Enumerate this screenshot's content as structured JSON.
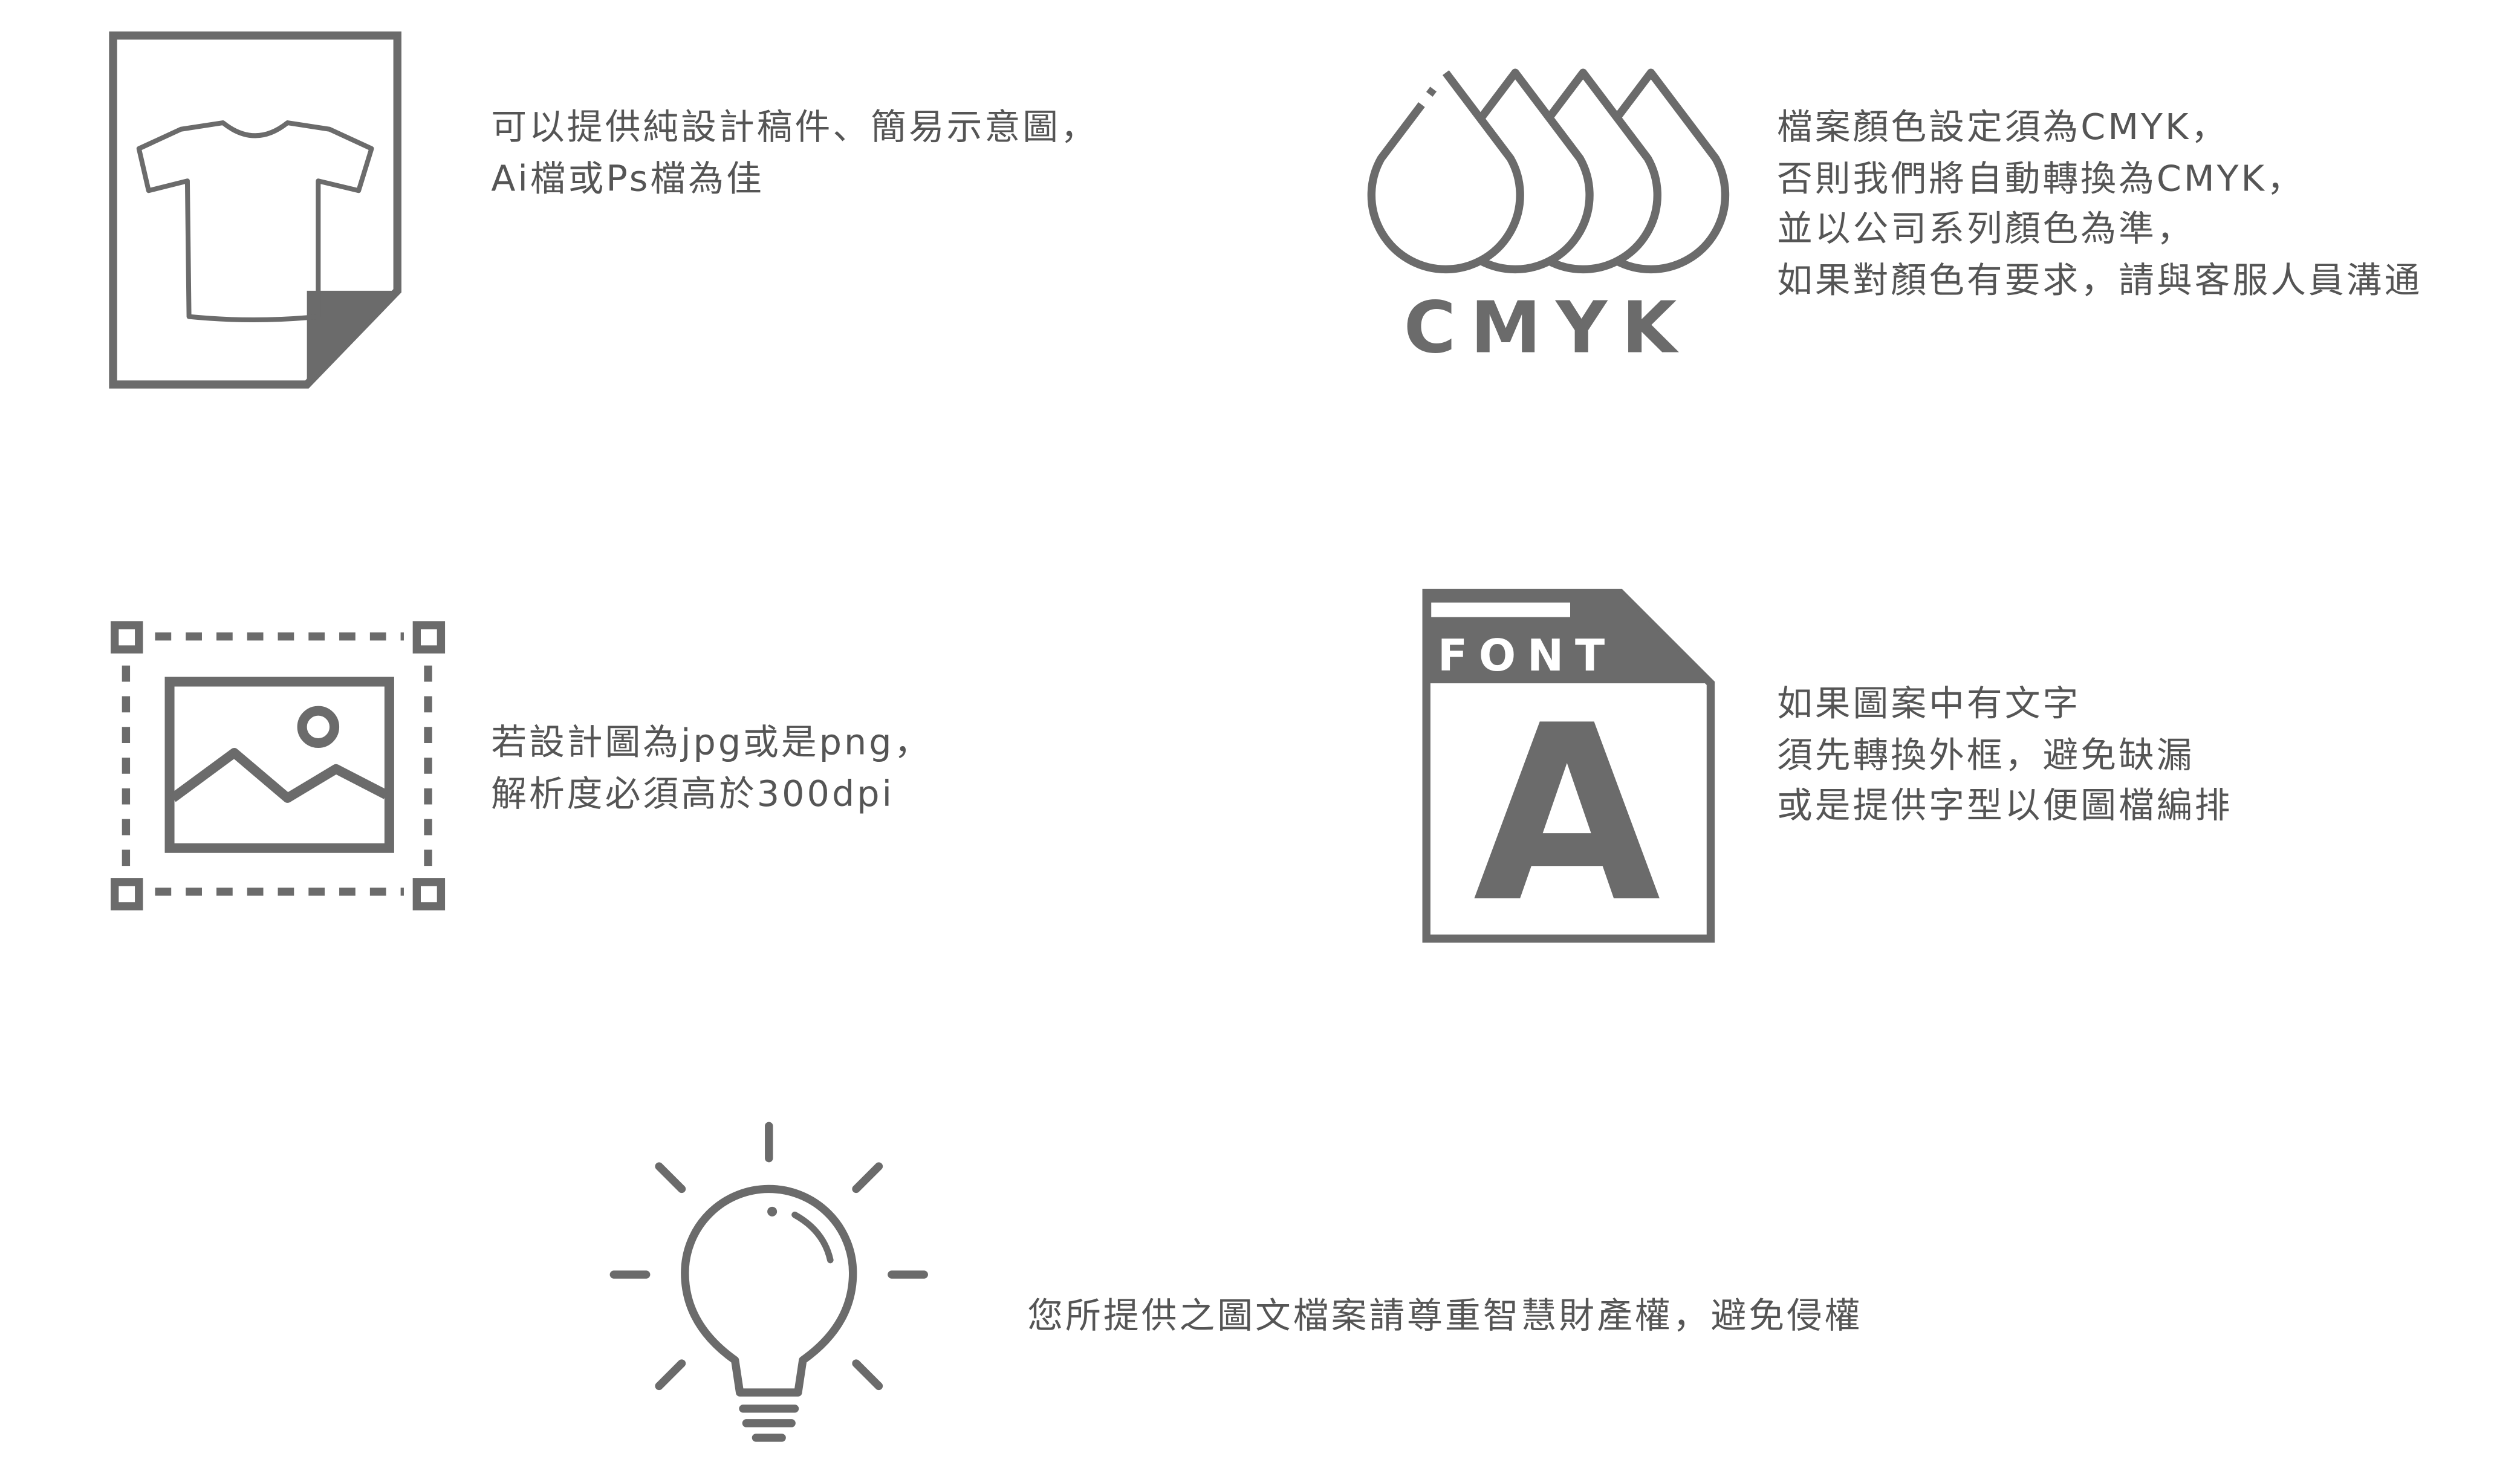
{
  "colors": {
    "icon": "#6b6b6b",
    "text": "#555555"
  },
  "items": [
    {
      "icon": "tshirt-file-icon",
      "lines": [
        "可以提供純設計稿件、簡易示意圖，",
        "Ai檔或Ps檔為佳"
      ]
    },
    {
      "icon": "cmyk-drops-icon",
      "icon_label": "CMYK",
      "lines": [
        "檔案顏色設定須為CMYK，",
        "否則我們將自動轉換為CMYK，",
        "並以公司系列顏色為準，",
        "如果對顏色有要求，請與客服人員溝通"
      ]
    },
    {
      "icon": "image-resolution-icon",
      "lines": [
        "若設計圖為jpg或是png，",
        "解析度必須高於300dpi"
      ]
    },
    {
      "icon": "font-file-icon",
      "icon_label": "FONT",
      "icon_letter": "A",
      "lines": [
        "如果圖案中有文字",
        "須先轉換外框，避免缺漏",
        "或是提供字型以便圖檔編排"
      ]
    },
    {
      "icon": "lightbulb-icon",
      "lines": [
        "您所提供之圖文檔案請尊重智慧財產權，避免侵權"
      ]
    }
  ]
}
